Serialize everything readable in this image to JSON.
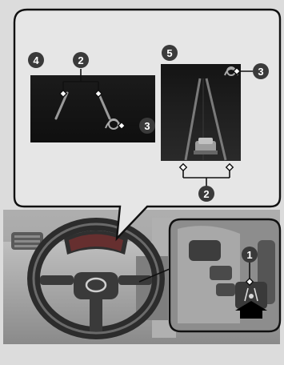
{
  "callouts": {
    "c1": "1",
    "c2a": "2",
    "c2b": "2",
    "c3a": "3",
    "c3b": "3",
    "c4": "4",
    "c5": "5"
  },
  "colors": {
    "callout_fill": "#3a3a3a",
    "bubble_fill": "#e6e6e6",
    "screen_dark": "#161616"
  }
}
